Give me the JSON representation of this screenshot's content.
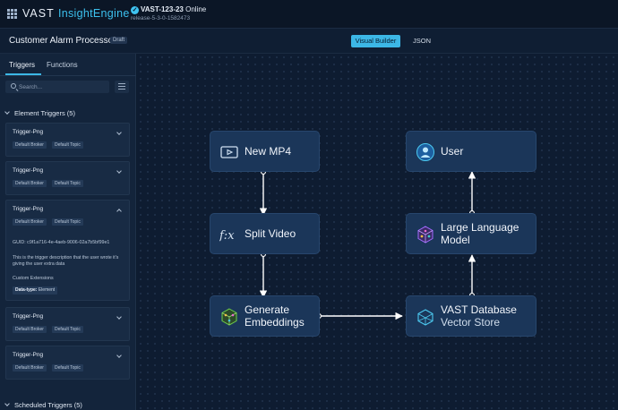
{
  "topbar": {
    "brand_vast": "VAST",
    "brand_product": "InsightEngine",
    "cluster_name": "VAST-123-23",
    "cluster_status": "Online",
    "release": "release-5-3-0-1582473"
  },
  "header": {
    "title": "Customer Alarm Processor",
    "draft_badge": "Draft",
    "tabs": {
      "visual_builder": "Visual Builder",
      "json": "JSON"
    }
  },
  "sidebar": {
    "tabs": {
      "triggers": "Triggers",
      "functions": "Functions"
    },
    "search": {
      "placeholder": "Search..."
    },
    "element_triggers_header": "Element Triggers (5)",
    "scheduled_triggers_header": "Scheduled Triggers (5)",
    "cards": [
      {
        "title": "Trigger-Png",
        "broker": "Default Broker",
        "topic": "Default Topic"
      },
      {
        "title": "Trigger-Png",
        "broker": "Default Broker",
        "topic": "Default Topic"
      },
      {
        "title": "Trigger-Png",
        "broker": "Default Broker",
        "topic": "Default Topic",
        "guid": "GUID: c9f1a716-4e-4aeb-9006-02a7b5bf99e1",
        "description": "This is the trigger description that the user wrote it's giving the user extra data",
        "custom_extensions": "Custom Extensions",
        "data_type_label": "Data-type:",
        "data_type_value": "Element"
      },
      {
        "title": "Trigger-Png",
        "broker": "Default Broker",
        "topic": "Default Topic"
      },
      {
        "title": "Trigger-Png",
        "broker": "Default Broker",
        "topic": "Default Topic"
      }
    ]
  },
  "canvas": {
    "nodes": {
      "new_mp4": {
        "label": "New MP4",
        "icon": "video-icon"
      },
      "split_video": {
        "label": "Split Video",
        "icon": "function-icon"
      },
      "generate_embeddings": {
        "label_line1": "Generate",
        "label_line2": "Embeddings",
        "icon": "embedding-cube-icon"
      },
      "vast_database": {
        "label_line1": "VAST Database",
        "label_line2": "Vector Store",
        "icon": "vector-store-icon"
      },
      "llm": {
        "label_line1": "Large Language",
        "label_line2": "Model",
        "icon": "llm-cube-icon"
      },
      "user": {
        "label": "User",
        "icon": "user-icon"
      }
    }
  },
  "colors": {
    "accent": "#3cb7e6",
    "node_bg": "#1b3659",
    "canvas_bg": "#0e1c31",
    "sidebar_bg": "#13243b"
  }
}
